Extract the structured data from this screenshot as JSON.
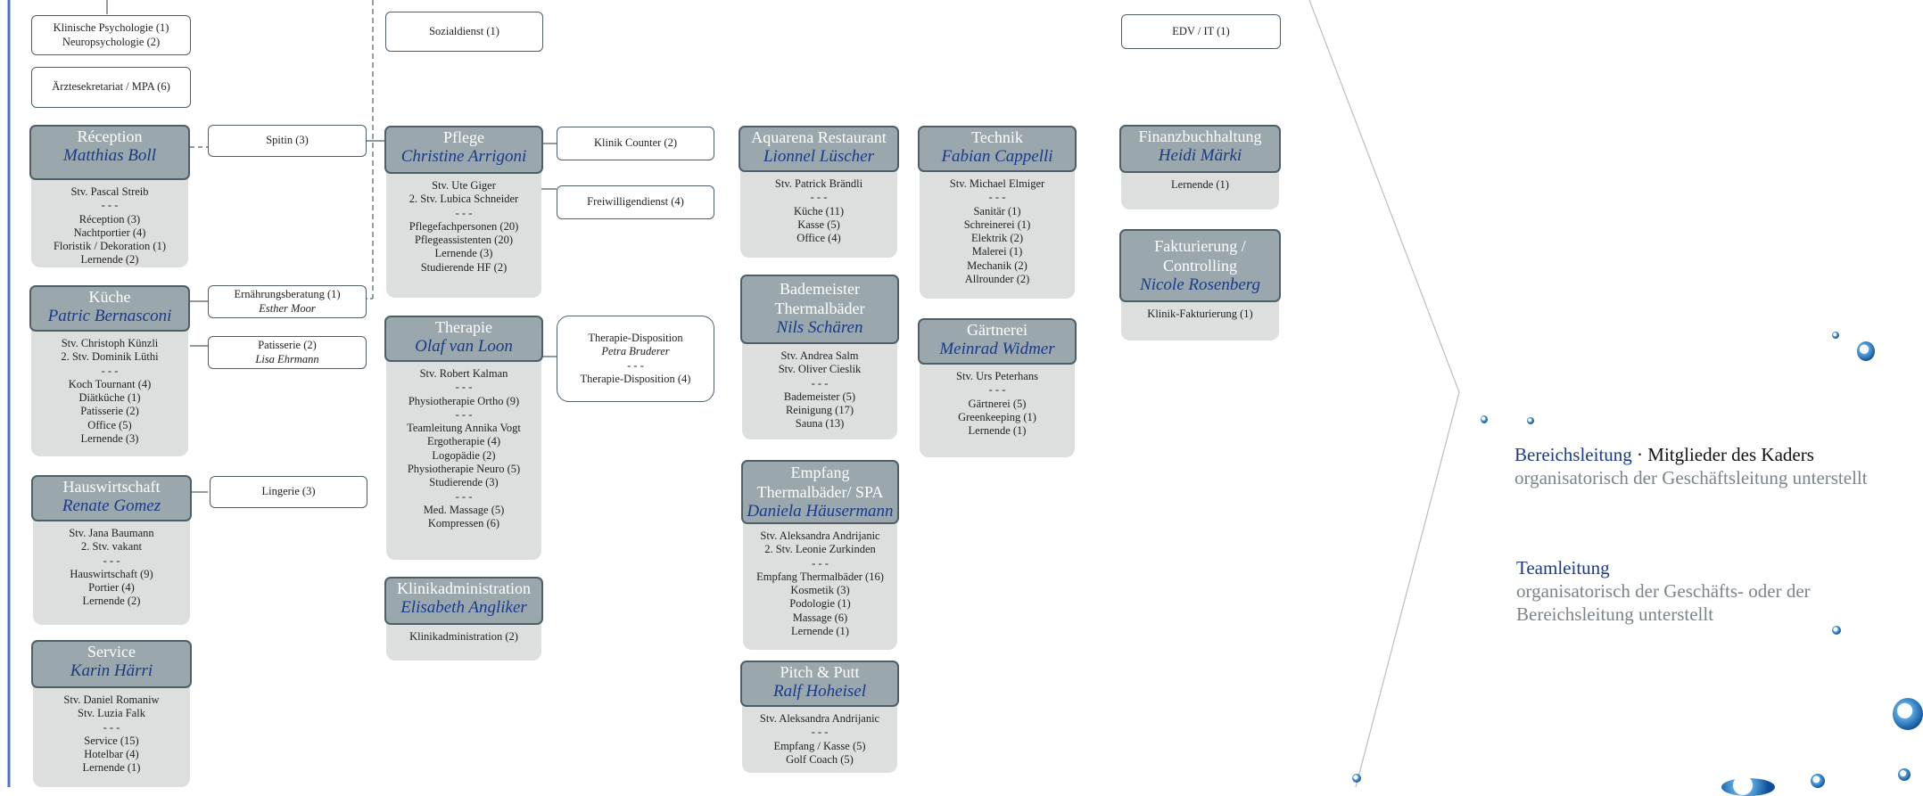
{
  "colors": {
    "header_fill": "#9aa7ad",
    "header_border": "#4e5f68",
    "body_fill": "#dcdfdd",
    "name_blue": "#1a3a8a",
    "legend_grey": "#7b8489"
  },
  "top_boxes": {
    "psychologie": [
      "Klinische Psychologie (1)",
      "Neuropsychologie (2)"
    ],
    "aerztesekretariat": [
      "Ärztesekretariat / MPA (6)"
    ],
    "sozialdienst": [
      "Sozialdienst (1)"
    ],
    "edv": [
      "EDV / IT (1)"
    ]
  },
  "units": {
    "reception": {
      "title": "Réception",
      "name": "Matthias Boll",
      "lines": [
        "Stv. Pascal Streib",
        "- - -",
        "Réception (3)",
        "Nachtportier (4)",
        "Floristik / Dekoration (1)",
        "Lernende (2)"
      ]
    },
    "kueche": {
      "title": "Küche",
      "name": "Patric Bernasconi",
      "lines": [
        "Stv. Christoph Künzli",
        "2. Stv. Dominik Lüthi",
        "- - -",
        "Koch Tournant (4)",
        "Diätküche (1)",
        "Patisserie (2)",
        "Office (5)",
        "Lernende (3)"
      ]
    },
    "hauswirtschaft": {
      "title": "Hauswirtschaft",
      "name": "Renate Gomez",
      "lines": [
        "Stv. Jana Baumann",
        "2. Stv. vakant",
        "- - -",
        "Hauswirtschaft (9)",
        "Portier (4)",
        "Lernende (2)"
      ]
    },
    "service": {
      "title": "Service",
      "name": "Karin Härri",
      "lines": [
        "Stv. Daniel Romaniw",
        "Stv. Luzia Falk",
        "- - -",
        "Service (15)",
        "Hotelbar (4)",
        "Lernende (1)"
      ]
    },
    "pflege": {
      "title": "Pflege",
      "name": "Christine Arrigoni",
      "lines": [
        "Stv. Ute Giger",
        "2. Stv. Lubica Schneider",
        "- - -",
        "Pflegefachpersonen (20)",
        "Pflegeassistenten (20)",
        "Lernende (3)",
        "Studierende HF (2)"
      ]
    },
    "therapie": {
      "title": "Therapie",
      "name": "Olaf van Loon",
      "lines": [
        "Stv. Robert Kalman",
        "- - -",
        "Physiotherapie Ortho (9)",
        "- - -",
        "Teamleitung Annika Vogt",
        "Ergotherapie (4)",
        "Logopädie (2)",
        "Physiotherapie Neuro (5)",
        "Studierende (3)",
        "- - -",
        "Med. Massage (5)",
        "Kompressen (6)"
      ]
    },
    "klinikadmin": {
      "title": "Klinikadministration",
      "name": "Elisabeth Angliker",
      "lines": [
        "Klinikadministration (2)"
      ]
    },
    "aquarena": {
      "title": "Aquarena Restaurant",
      "name": "Lionnel Lüscher",
      "lines": [
        "Stv. Patrick Brändli",
        "- - -",
        "Küche (11)",
        "Kasse (5)",
        "Office (4)"
      ]
    },
    "bademeister": {
      "title": "Bademeister Thermalbäder",
      "name": "Nils Schären",
      "lines": [
        "Stv. Andrea Salm",
        "Stv. Oliver Cieslik",
        "- - -",
        "Bademeister (5)",
        "Reinigung (17)",
        "Sauna (13)"
      ]
    },
    "empfang": {
      "title": "Empfang Thermalbäder/ SPA",
      "name": "Daniela Häusermann",
      "lines": [
        "Stv. Aleksandra Andrijanic",
        "2. Stv. Leonie Zurkinden",
        "- - -",
        "Empfang Thermalbäder (16)",
        "Kosmetik (3)",
        "Podologie (1)",
        "Massage (6)",
        "Lernende (1)"
      ]
    },
    "pitch": {
      "title": "Pitch & Putt",
      "name": "Ralf Hoheisel",
      "lines": [
        "Stv. Aleksandra Andrijanic",
        "- - -",
        "Empfang / Kasse (5)",
        "Golf Coach (5)"
      ]
    },
    "technik": {
      "title": "Technik",
      "name": "Fabian Cappelli",
      "lines": [
        "Stv. Michael Elmiger",
        "- - -",
        "Sanitär (1)",
        "Schreinerei (1)",
        "Elektrik (2)",
        "Malerei (1)",
        "Mechanik (2)",
        "Allrounder (2)"
      ]
    },
    "gaertnerei": {
      "title": "Gärtnerei",
      "name": "Meinrad Widmer",
      "lines": [
        "Stv. Urs Peterhans",
        "- - -",
        "Gärtnerei (5)",
        "Greenkeeping (1)",
        "Lernende (1)"
      ]
    },
    "finanz": {
      "title": "Finanzbuchhaltung",
      "name": "Heidi Märki",
      "lines": [
        "Lernende (1)"
      ]
    },
    "faktur": {
      "title": "Fakturierung / Controlling",
      "name": "Nicole Rosenberg",
      "lines": [
        "Klinik-Fakturierung (1)"
      ]
    }
  },
  "side_boxes": {
    "spitin": [
      "Spitin (3)"
    ],
    "ernaehrung": [
      "Ernährungsberatung (1)",
      "Esther Moor"
    ],
    "patisserie": [
      "Patisserie (2)",
      "Lisa Ehrmann"
    ],
    "lingerie": [
      "Lingerie (3)"
    ],
    "klinik_counter": [
      "Klinik Counter (2)"
    ],
    "freiwilligen": [
      "Freiwilligendienst (4)"
    ],
    "therapie_dispo": [
      "Therapie-Disposition",
      "Petra Bruderer",
      "- - -",
      "Therapie-Disposition (4)"
    ]
  },
  "legend": {
    "bereich_title": "Bereichsleitung",
    "bereich_suffix": " · Mitglieder des Kaders",
    "bereich_desc": "organisatorisch der Geschäftsleitung unterstellt",
    "team_title": "Teamleitung",
    "team_desc": "organisatorisch der Geschäfts- oder der Bereichsleitung unterstellt"
  }
}
